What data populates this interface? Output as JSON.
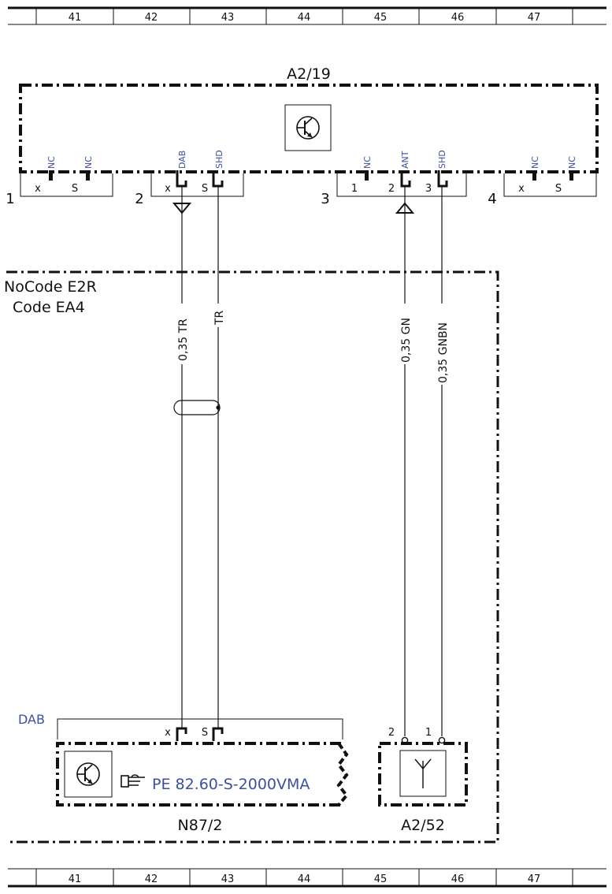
{
  "grid": {
    "columns": [
      "41",
      "42",
      "43",
      "44",
      "45",
      "46",
      "47"
    ]
  },
  "module_a2_19": {
    "label": "A2/19",
    "icon": "transistor-symbol-icon"
  },
  "connectors": {
    "c1": {
      "number": "1",
      "pin_x": "x",
      "pin_s": "S",
      "label_x": "NC",
      "label_s": "NC"
    },
    "c2": {
      "number": "2",
      "pin_x": "x",
      "pin_s": "S",
      "label_x": "DAB",
      "label_s": "SHD"
    },
    "c3": {
      "number": "3",
      "pin_1": "1",
      "pin_2": "2",
      "pin_3": "3",
      "label_1": "NC",
      "label_2": "ANT",
      "label_3": "SHD"
    },
    "c4": {
      "number": "4",
      "pin_x": "x",
      "pin_s": "S",
      "label_x": "NC",
      "label_s": "NC"
    }
  },
  "codes": {
    "line1": "NoCode E2R",
    "line2": "Code EA4"
  },
  "wires": {
    "w1": "0,35 TR",
    "w2": "TR",
    "w3": "0,35 GN",
    "w4": "0,35 GNBN"
  },
  "n87_2": {
    "group_label": "DAB",
    "pin_x": "x",
    "pin_s": "S",
    "reference": "PE 82.60-S-2000VMA",
    "reference_icon": "pointing-hand-icon",
    "label": "N87/2",
    "icon": "transistor-symbol-icon"
  },
  "a2_52": {
    "pin_2": "2",
    "pin_1": "1",
    "label": "A2/52",
    "icon": "antenna-icon"
  },
  "colors": {
    "line": "#111111",
    "signal_label": "#3d4fa0"
  }
}
